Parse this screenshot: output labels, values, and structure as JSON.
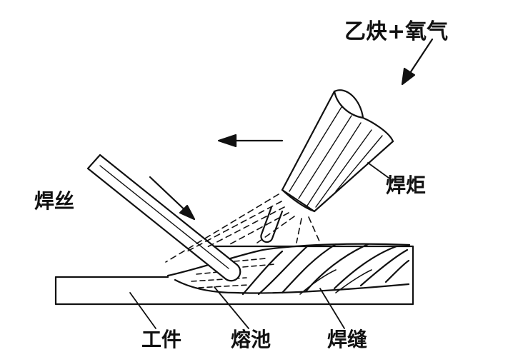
{
  "labels": {
    "gas": "乙炔+氧气",
    "torch": "焊炬",
    "filler_wire": "焊丝",
    "workpiece": "工件",
    "molten_pool": "熔池",
    "weld_seam": "焊缝"
  },
  "colors": {
    "line": "#111111",
    "background": "#ffffff"
  }
}
